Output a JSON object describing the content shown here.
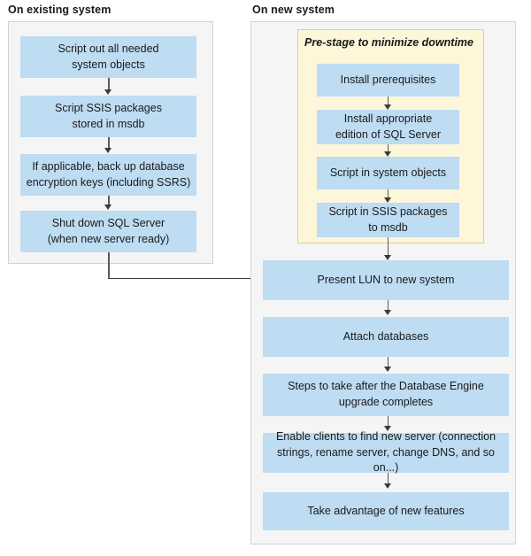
{
  "diagram": {
    "title": "SQL Server migration to new system flowchart",
    "colors": {
      "node_fill": "#bedcf2",
      "panel_fill": "#f5f5f5",
      "panel_border": "#d2d2d2",
      "prestage_fill": "#fdf6d9",
      "prestage_border": "#d9cfa0",
      "connector": "#3b3b3b",
      "text": "#1a1a1a"
    }
  },
  "left_panel": {
    "label": "On existing system",
    "nodes": [
      {
        "line1": "Script out all needed",
        "line2": "system objects"
      },
      {
        "line1": "Script SSIS packages",
        "line2": "stored in msdb"
      },
      {
        "line1": "If applicable, back up database",
        "line2": "encryption keys (including SSRS)"
      },
      {
        "line1": "Shut down SQL Server",
        "line2": "(when new server ready)"
      }
    ]
  },
  "right_panel": {
    "label": "On new system",
    "prestage": {
      "title": "Pre-stage to minimize downtime",
      "nodes": [
        {
          "line1": "Install prerequisites",
          "line2": ""
        },
        {
          "line1": "Install appropriate",
          "line2": "edition of SQL Server"
        },
        {
          "line1": "Script in system objects",
          "line2": ""
        },
        {
          "line1": "Script in SSIS packages",
          "line2": "to msdb"
        }
      ]
    },
    "nodes": [
      {
        "line1": "Present LUN to new system",
        "line2": ""
      },
      {
        "line1": "Attach databases",
        "line2": ""
      },
      {
        "line1": "Steps to take after the Database Engine",
        "line2": "upgrade completes"
      },
      {
        "line1": "Enable clients to find new server (connection",
        "line2": "strings, rename server, change DNS, and so on...)"
      },
      {
        "line1": "Take advantage of new features",
        "line2": ""
      }
    ]
  }
}
